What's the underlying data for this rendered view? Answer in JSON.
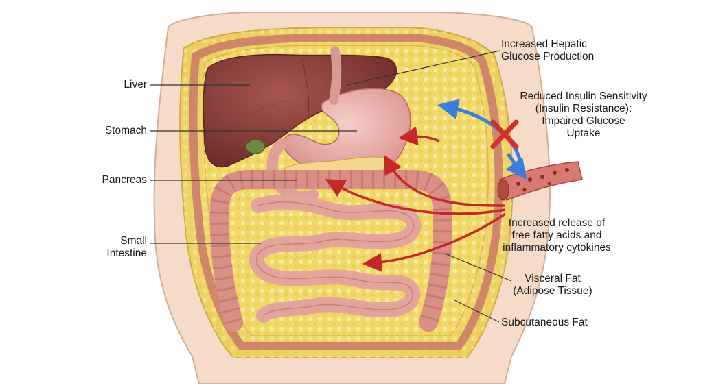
{
  "labels": {
    "liver": "Liver",
    "stomach": "Stomach",
    "pancreas": "Pancreas",
    "small_intestine": [
      "Small",
      "Intestine"
    ],
    "hepatic": [
      "Increased Hepatic",
      "Glucose Production"
    ],
    "insulin": [
      "Reduced Insulin Sensitivity",
      "(Insulin Resistance):",
      "Impaired Glucose",
      "Uptake"
    ],
    "ffa": [
      "Increased release of",
      "free fatty acids and",
      "inflammatory cytokines"
    ],
    "visceral": [
      "Visceral Fat",
      "(Adipose Tissue)"
    ],
    "subcutaneous": "Subcutaneous Fat"
  },
  "colors": {
    "skin": "#f6dcc8",
    "fat": "#f3e07a",
    "muscle": "#c9786a",
    "liver": "#8c3f3a",
    "stomach": "#eab0ac",
    "intestine": "#d98f86",
    "effect_arrow": "#c62828",
    "insulin_arrow": "#3b7dd8",
    "block_cross": "#d32f2f"
  },
  "icons": {
    "block": "cross-mark-icon",
    "vessel": "blood-vessel-icon"
  }
}
